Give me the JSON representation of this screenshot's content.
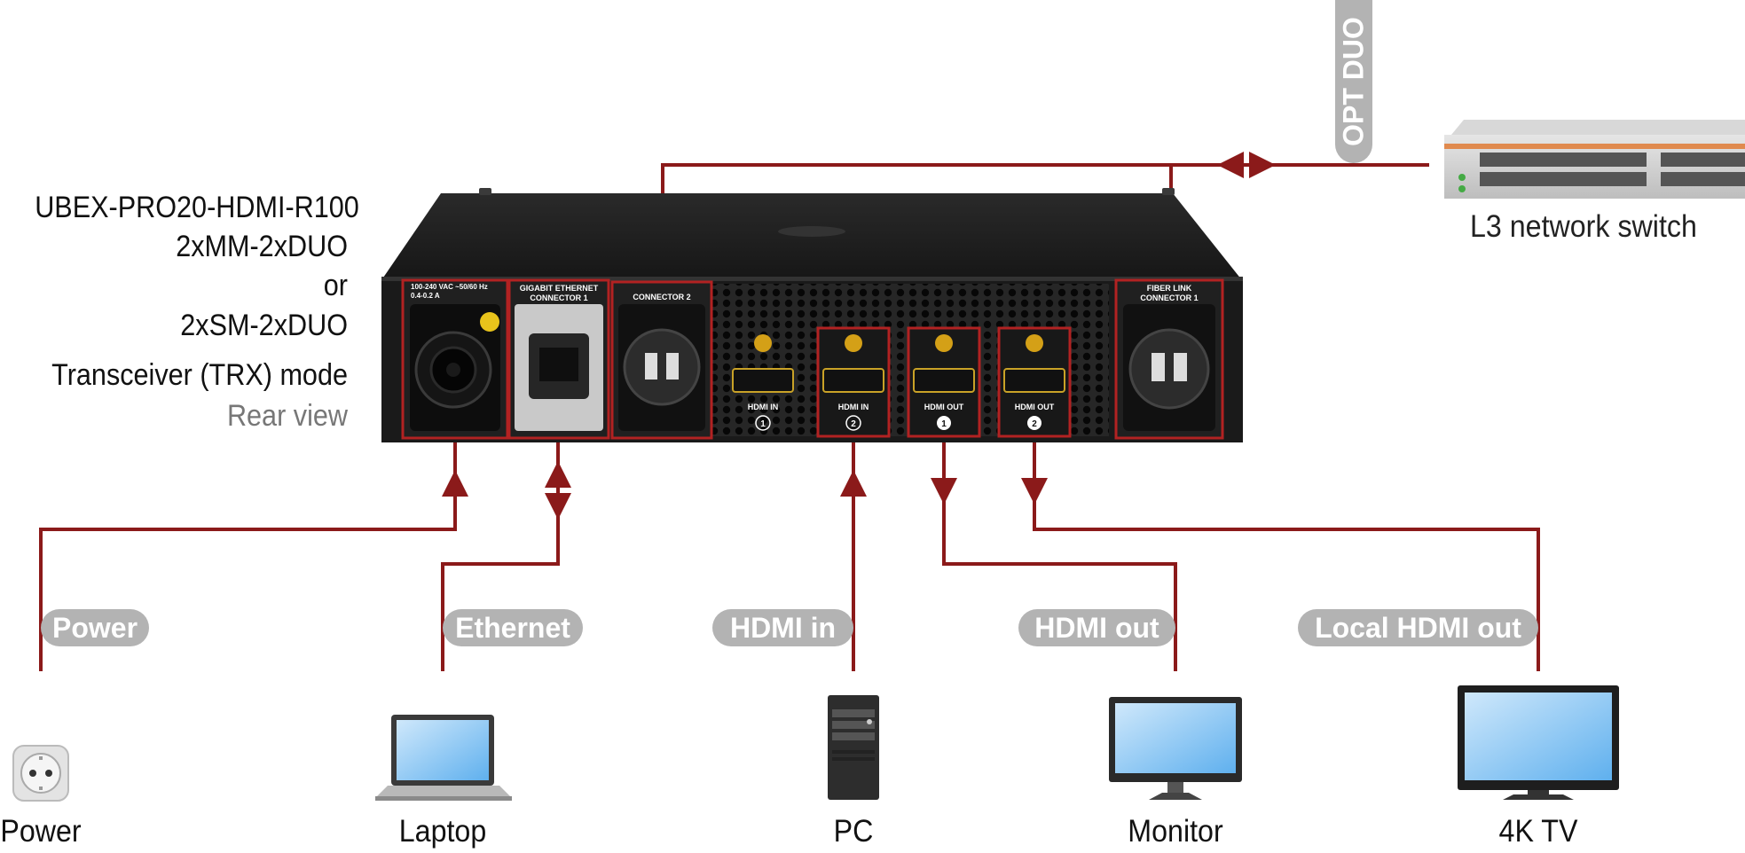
{
  "device": {
    "model_lines": [
      "UBEX-PRO20-HDMI-R100",
      "2xMM-2xDUO",
      "or",
      "2xSM-2xDUO",
      "Transceiver (TRX) mode"
    ],
    "view": "Rear view",
    "ports": {
      "power": "100-240 VAC ~50/60 Hz 0.4-0.2 A",
      "ethernet": "GIGABIT ETHERNET CONNECTOR 1",
      "connector2": "CONNECTOR 2",
      "hdmi_in_1": "HDMI IN",
      "hdmi_in_2": "HDMI IN",
      "hdmi_out_1": "HDMI OUT",
      "hdmi_out_2": "HDMI OUT",
      "fiber": "FIBER LINK CONNECTOR 1",
      "num1": "1",
      "num2": "2"
    }
  },
  "switch": {
    "label": "L3 network switch",
    "cable": "OPT DUO"
  },
  "connections": [
    {
      "pill": "Power",
      "device": "Power"
    },
    {
      "pill": "Ethernet",
      "device": "Laptop"
    },
    {
      "pill": "HDMI in",
      "device": "PC"
    },
    {
      "pill": "HDMI out",
      "device": "Monitor"
    },
    {
      "pill": "Local HDMI out",
      "device": "4K TV"
    }
  ],
  "colors": {
    "line": "#8b1a1a",
    "pill": "#b3b3b3",
    "chassis": "#1e1e1e",
    "port_highlight": "#b22222"
  }
}
